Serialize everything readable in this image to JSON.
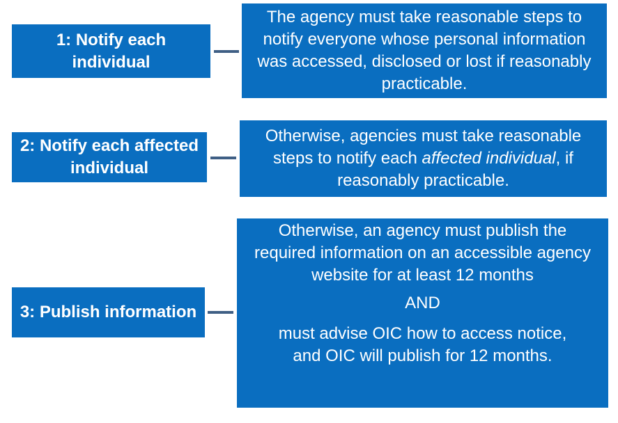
{
  "steps": [
    {
      "label_lines": [
        "1: Notify each",
        "individual"
      ],
      "description_lines": [
        "The agency must take reasonable steps to",
        "notify everyone whose personal information",
        "was accessed, disclosed or lost if reasonably",
        "practicable."
      ]
    },
    {
      "label_lines": [
        "2: Notify each affected",
        "individual"
      ],
      "description": {
        "line1": "Otherwise, agencies must take reasonable",
        "line2_before": "steps to notify each ",
        "line2_emphasis": "affected individual",
        "line2_after": ", if",
        "line3": "reasonably practicable."
      }
    },
    {
      "label_lines": [
        "3: Publish information"
      ],
      "description": {
        "part1_lines": [
          "Otherwise, an agency must publish the",
          "required information on an accessible agency",
          "website for at least 12 months"
        ],
        "conjunction": "AND",
        "part2_lines": [
          "must advise OIC how to access  notice,",
          "and OIC will publish for 12 months."
        ]
      }
    }
  ],
  "colors": {
    "box_fill": "#0a6ec0",
    "text": "#ffffff",
    "connector": "#3f5f85"
  }
}
